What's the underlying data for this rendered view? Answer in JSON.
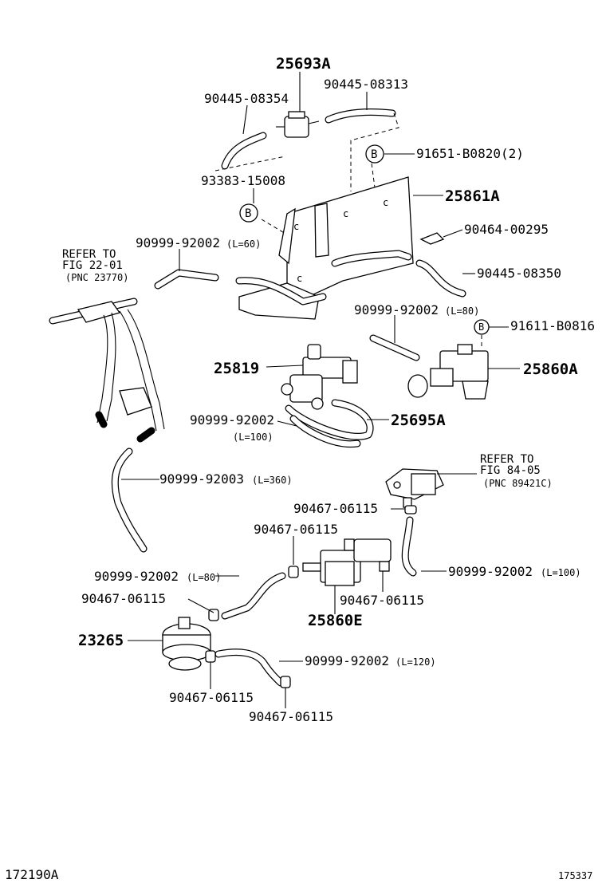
{
  "labels": {
    "p25693A": "25693A",
    "p90445_08313": "90445-08313",
    "p90445_08354": "90445-08354",
    "p91651": "91651-B0820(2)",
    "p93383": "93383-15008",
    "p25861A": "25861A",
    "p90464": "90464-00295",
    "p90999_L60": "90999-92002",
    "p90999_L60_len": "(L=60)",
    "p90445_08350": "90445-08350",
    "p90999_L80a": "90999-92002",
    "p90999_L80a_len": "(L=80)",
    "p91611": "91611-B0816",
    "p25819": "25819",
    "p25860A": "25860A",
    "p90999_L100a": "90999-92002",
    "p90999_L100a_len": "(L=100)",
    "p25695A": "25695A",
    "p90999_92003": "90999-92003",
    "p90999_92003_len": "(L=360)",
    "p90467_a": "90467-06115",
    "p90467_b": "90467-06115",
    "p90999_L80b": "90999-92002",
    "p90999_L80b_len": "(L=80)",
    "p90999_L100b": "90999-92002",
    "p90999_L100b_len": "(L=100)",
    "p90467_c": "90467-06115",
    "p90467_d": "90467-06115",
    "p25860E": "25860E",
    "p23265": "23265",
    "p90999_L120": "90999-92002",
    "p90999_L120_len": "(L=120)",
    "p90467_e": "90467-06115",
    "p90467_f": "90467-06115"
  },
  "refs": {
    "ref1_line1": "REFER TO",
    "ref1_line2": "FIG 22-01",
    "ref1_line3": "(PNC 23770)",
    "ref2_line1": "REFER TO",
    "ref2_line2": "FIG 84-05",
    "ref2_line3": "(PNC 89421C)"
  },
  "markers": {
    "b1": "B",
    "b2": "B",
    "b3": "B"
  },
  "footer": {
    "left_code": "172190A",
    "right_code": "175337"
  }
}
